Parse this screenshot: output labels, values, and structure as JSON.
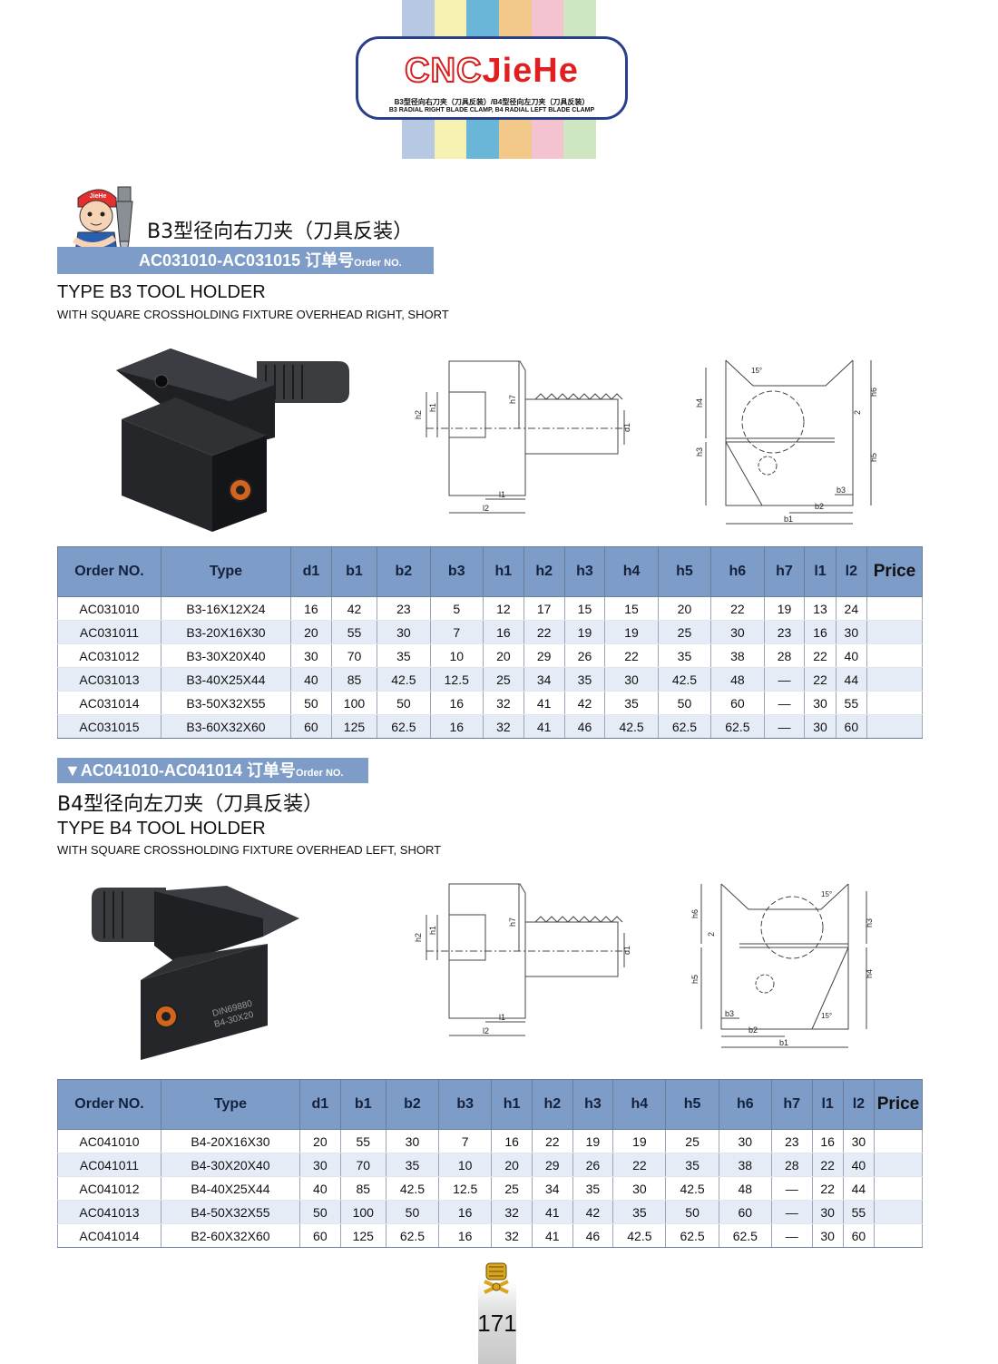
{
  "header": {
    "logo_cnc": "CNC",
    "logo_jiehe": "JieHe",
    "subtitle_cn": "B3型径向右刀夹（刀具反装）/B4型径向左刀夹（刀具反装）",
    "subtitle_en": "B3 RADIAL RIGHT BLADE CLAMP, B4 RADIAL LEFT BLADE CLAMP",
    "stripe_colors": [
      "#b7c8e3",
      "#f6f1b0",
      "#6ab6d8",
      "#f3c98a",
      "#f4c3cf",
      "#cfe6c2"
    ]
  },
  "mascot": {
    "cap_text": "JieHe"
  },
  "b3": {
    "title_cn": "B3型径向右刀夹（刀具反装）",
    "order_bar": "AC031010-AC031015 订单号",
    "order_bar_small": "Order NO.",
    "title_en": "TYPE B3 TOOL HOLDER",
    "subtitle_en": "WITH SQUARE CROSSHOLDING FIXTURE OVERHEAD RIGHT, SHORT"
  },
  "b4": {
    "order_bar": "▼AC041010-AC041014 订单号",
    "order_bar_small": "Order NO.",
    "title_cn": "B4型径向左刀夹（刀具反装）",
    "title_en": "TYPE B4 TOOL HOLDER",
    "subtitle_en": "WITH SQUARE CROSSHOLDING FIXTURE OVERHEAD LEFT, SHORT",
    "photo_marking_1": "DIN69880",
    "photo_marking_2": "B4-30X20"
  },
  "drawing_labels": {
    "h1": "h1",
    "h2": "h2",
    "h3": "h3",
    "h4": "h4",
    "h5": "h5",
    "h6": "h6",
    "h7": "h7",
    "d1": "d1",
    "l1": "l1",
    "l2": "l2",
    "b1": "b1",
    "b2": "b2",
    "b3": "b3",
    "angle": "15°",
    "two": "2"
  },
  "table_headers": [
    "Order NO.",
    "Type",
    "d1",
    "b1",
    "b2",
    "b3",
    "h1",
    "h2",
    "h3",
    "h4",
    "h5",
    "h6",
    "h7",
    "l1",
    "l2",
    "Price"
  ],
  "table_b3": [
    [
      "AC031010",
      "B3-16X12X24",
      "16",
      "42",
      "23",
      "5",
      "12",
      "17",
      "15",
      "15",
      "20",
      "22",
      "19",
      "13",
      "24",
      ""
    ],
    [
      "AC031011",
      "B3-20X16X30",
      "20",
      "55",
      "30",
      "7",
      "16",
      "22",
      "19",
      "19",
      "25",
      "30",
      "23",
      "16",
      "30",
      ""
    ],
    [
      "AC031012",
      "B3-30X20X40",
      "30",
      "70",
      "35",
      "10",
      "20",
      "29",
      "26",
      "22",
      "35",
      "38",
      "28",
      "22",
      "40",
      ""
    ],
    [
      "AC031013",
      "B3-40X25X44",
      "40",
      "85",
      "42.5",
      "12.5",
      "25",
      "34",
      "35",
      "30",
      "42.5",
      "48",
      "—",
      "22",
      "44",
      ""
    ],
    [
      "AC031014",
      "B3-50X32X55",
      "50",
      "100",
      "50",
      "16",
      "32",
      "41",
      "42",
      "35",
      "50",
      "60",
      "—",
      "30",
      "55",
      ""
    ],
    [
      "AC031015",
      "B3-60X32X60",
      "60",
      "125",
      "62.5",
      "16",
      "32",
      "41",
      "46",
      "42.5",
      "62.5",
      "62.5",
      "—",
      "30",
      "60",
      ""
    ]
  ],
  "table_b4": [
    [
      "AC041010",
      "B4-20X16X30",
      "20",
      "55",
      "30",
      "7",
      "16",
      "22",
      "19",
      "19",
      "25",
      "30",
      "23",
      "16",
      "30",
      ""
    ],
    [
      "AC041011",
      "B4-30X20X40",
      "30",
      "70",
      "35",
      "10",
      "20",
      "29",
      "26",
      "22",
      "35",
      "38",
      "28",
      "22",
      "40",
      ""
    ],
    [
      "AC041012",
      "B4-40X25X44",
      "40",
      "85",
      "42.5",
      "12.5",
      "25",
      "34",
      "35",
      "30",
      "42.5",
      "48",
      "—",
      "22",
      "44",
      ""
    ],
    [
      "AC041013",
      "B4-50X32X55",
      "50",
      "100",
      "50",
      "16",
      "32",
      "41",
      "42",
      "35",
      "50",
      "60",
      "—",
      "30",
      "55",
      ""
    ],
    [
      "AC041014",
      "B2-60X32X60",
      "60",
      "125",
      "62.5",
      "16",
      "32",
      "41",
      "46",
      "42.5",
      "62.5",
      "62.5",
      "—",
      "30",
      "60",
      ""
    ]
  ],
  "page_number": "171"
}
